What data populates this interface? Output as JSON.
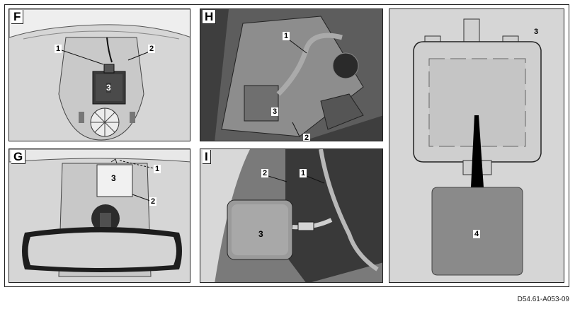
{
  "panels": {
    "f": {
      "letter": "F",
      "callouts": {
        "c1": "1",
        "c2": "2",
        "c3": "3"
      }
    },
    "h": {
      "letter": "H",
      "callouts": {
        "c1": "1",
        "c2": "2",
        "c3": "3"
      }
    },
    "g": {
      "letter": "G",
      "callouts": {
        "c1": "1",
        "c2": "2",
        "c3": "3"
      }
    },
    "i": {
      "letter": "I",
      "callouts": {
        "c1": "1",
        "c2": "2",
        "c3": "3"
      }
    },
    "right": {
      "callouts": {
        "c3": "3",
        "c4": "4"
      }
    }
  },
  "reference_code": "D54.61-A053-09",
  "colors": {
    "background": "#d6d6d6",
    "module_dark": "#8a8a8a",
    "module_light": "#c4c4c4",
    "line": "#222222"
  }
}
